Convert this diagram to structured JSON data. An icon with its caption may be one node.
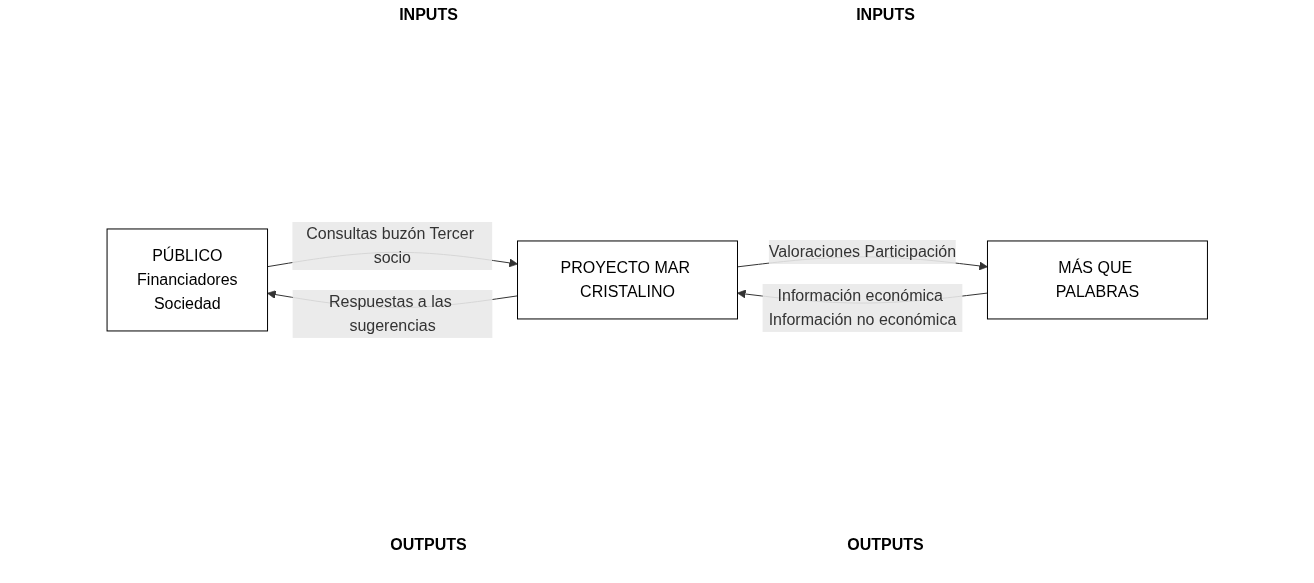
{
  "diagram": {
    "nodes": [
      {
        "text": [
          "PÚBLICO",
          "Financiadores",
          "Sociedad"
        ]
      },
      {
        "text": [
          "PROYECTO MAR CRISTALINO"
        ]
      },
      {
        "text": [
          "MÁS QUE PALABRAS"
        ]
      }
    ],
    "edges": [
      {
        "from": 0,
        "to": 1,
        "arrow": "to",
        "label": "Consultas buzón Tercer socio"
      },
      {
        "from": 1,
        "to": 0,
        "arrow": "to",
        "label": "Respuestas a las sugerencias"
      },
      {
        "from": 2,
        "to": 1,
        "arrow": "to",
        "label": "Información económica Información no económica"
      },
      {
        "from": 1,
        "to": 2,
        "arrow": "to",
        "label": "Valoraciones Participación"
      }
    ],
    "labels": [
      "INPUTS",
      "INPUTS",
      "OUTPUTS",
      "OUTPUTS"
    ]
  }
}
